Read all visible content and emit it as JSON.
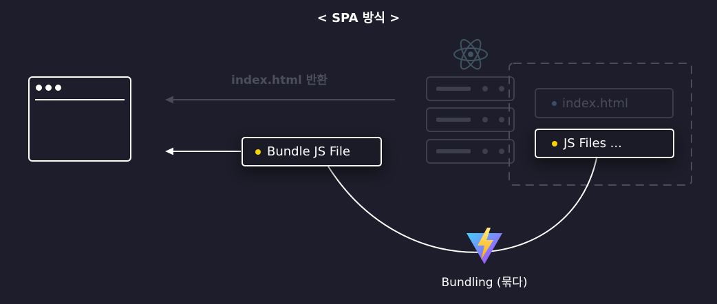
{
  "title": "< SPA 방식 >",
  "arrow_top_label": "index.html 반환",
  "bundle_card": {
    "label": "Bundle JS File"
  },
  "server_files": {
    "index_label": "index.html",
    "js_label": "JS Files ..."
  },
  "bundling_label": "Bundling (묶다)",
  "icons": {
    "browser": "browser-window-icon",
    "react": "react-logo-icon",
    "server": "server-stack-icon",
    "vite": "vite-logo-icon"
  },
  "colors": {
    "background": "#1d1d2b",
    "accent_bullet": "#f5d400",
    "dim": "#4d4e5c",
    "white": "#ffffff"
  }
}
